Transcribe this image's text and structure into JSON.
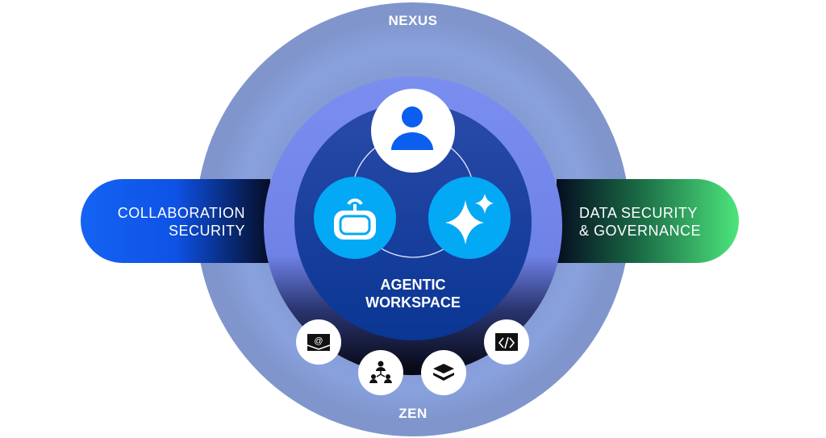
{
  "rings": {
    "outer_label": "NEXUS",
    "bottom_label": "ZEN"
  },
  "pills": {
    "left": {
      "line1": "COLLABORATION",
      "line2": "SECURITY"
    },
    "right": {
      "line1": "DATA SECURITY",
      "line2": "& GOVERNANCE"
    }
  },
  "core": {
    "line1": "AGENTIC",
    "line2": "WORKSPACE"
  },
  "nodes": [
    {
      "icon": "user-icon"
    },
    {
      "icon": "robot-icon"
    },
    {
      "icon": "sparkle-icon"
    }
  ],
  "tools": [
    {
      "icon": "email-icon"
    },
    {
      "icon": "org-chart-icon"
    },
    {
      "icon": "layers-icon"
    },
    {
      "icon": "code-window-icon"
    }
  ],
  "colors": {
    "outer_ring": "#7f95cc",
    "middle_ring": "#7a8ef0",
    "core": "#1e3f9c",
    "node_blue": "#03a9f4",
    "user_blue": "#0a5ef0",
    "pill_left": "#1463f3",
    "pill_right": "#4de57c"
  }
}
